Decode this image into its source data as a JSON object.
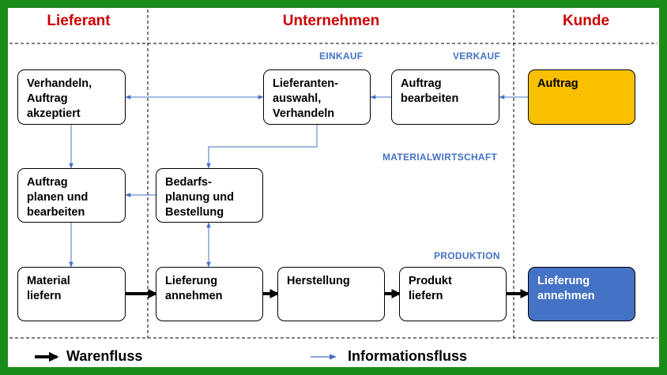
{
  "columns": {
    "lieferant": "Lieferant",
    "unternehmen": "Unternehmen",
    "kunde": "Kunde"
  },
  "sections": {
    "einkauf": "EINKAUF",
    "verkauf": "VERKAUF",
    "materialwirtschaft": "MATERIALWIRTSCHAFT",
    "produktion": "PRODUKTION"
  },
  "boxes": {
    "verhandeln": "Verhandeln,\nAuftrag\nakzeptiert",
    "lieferantenauswahl": "Lieferanten-\nauswahl,\nVerhandeln",
    "auftrag_bearbeiten": "Auftrag\nbearbeiten",
    "auftrag": "Auftrag",
    "auftrag_planen": "Auftrag\nplanen und\nbearbeiten",
    "bedarfsplanung": "Bedarfs-\nplanung und\nBestellung",
    "material_liefern": "Material\nliefern",
    "lieferung_annehmen": "Lieferung\nannehmen",
    "herstellung": "Herstellung",
    "produkt_liefern": "Produkt\nliefern",
    "kunde_lieferung": "Lieferung\nannehmen"
  },
  "colors": {
    "frame": "#1a8c1a",
    "title": "#cc0000",
    "info": "#4472c4",
    "yellow": "#f9c000",
    "blue": "#4472c4"
  },
  "legend": {
    "warenfluss": "Warenfluss",
    "informationsfluss": "Informationsfluss"
  }
}
